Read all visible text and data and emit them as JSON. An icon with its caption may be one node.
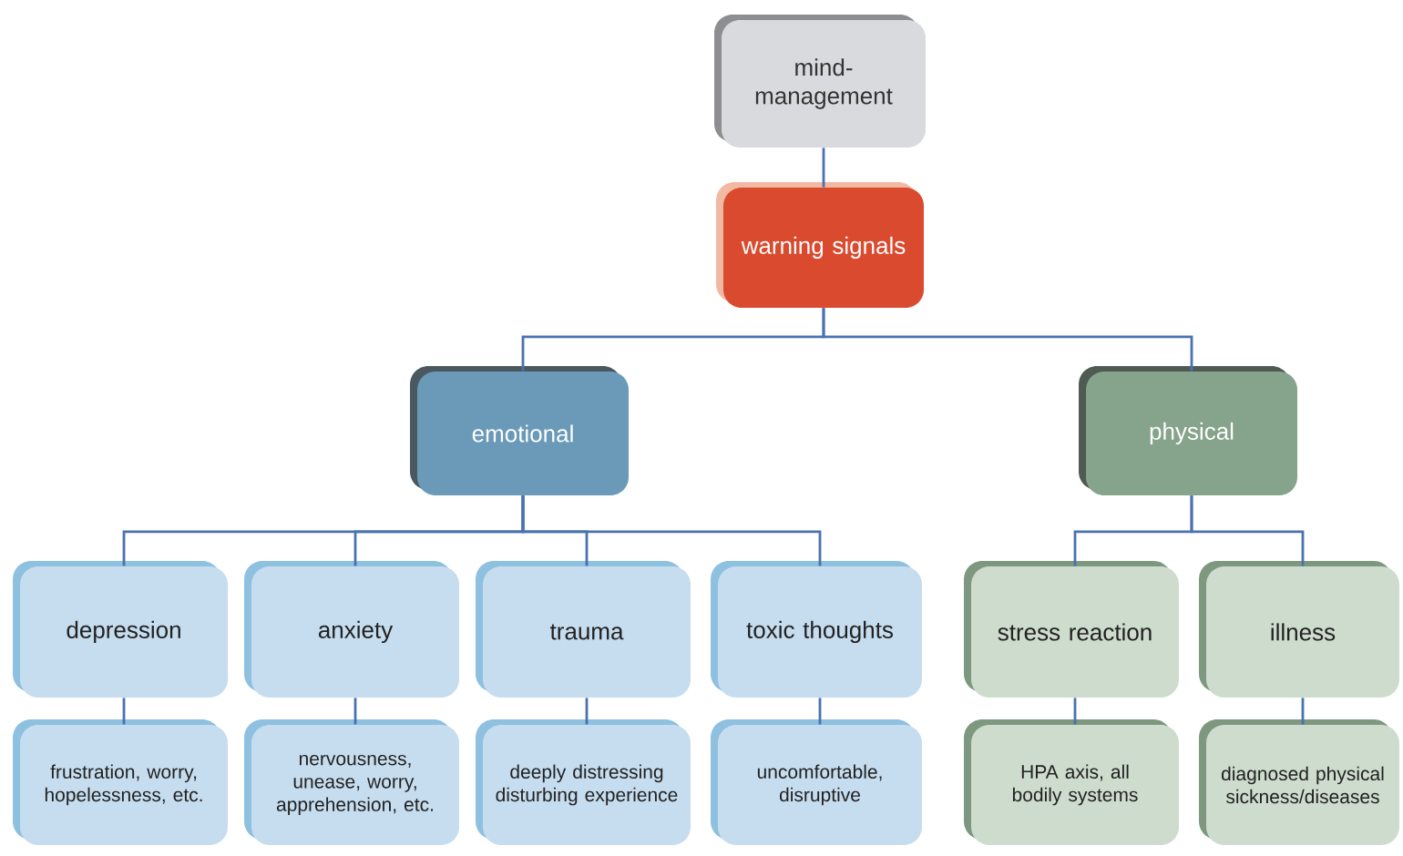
{
  "diagram": {
    "nodes": [
      {
        "text": [
          "mind-management"
        ]
      },
      {
        "text": [
          "warning signals"
        ]
      },
      {
        "text": [
          "emotional"
        ]
      },
      {
        "text": [
          "physical"
        ]
      },
      {
        "text": [
          "depression"
        ]
      },
      {
        "text": [
          "anxiety"
        ]
      },
      {
        "text": [
          "trauma"
        ]
      },
      {
        "text": [
          "toxic thoughts"
        ]
      },
      {
        "text": [
          "stress reaction"
        ]
      },
      {
        "text": [
          "illness"
        ]
      },
      {
        "text": [
          "frustration, worry, hopelessness, etc."
        ]
      },
      {
        "text": [
          "nervousness, unease, worry, apprehension, etc."
        ]
      },
      {
        "text": [
          "deeply distressing disturbing experience"
        ]
      },
      {
        "text": [
          "uncomfortable, disruptive"
        ]
      },
      {
        "text": [
          "HPA axis, all bodily systems"
        ]
      },
      {
        "text": [
          "diagnosed physical sickness/diseases"
        ]
      }
    ],
    "edges": [
      {
        "from": 0,
        "to": 1,
        "arrow": "none"
      },
      {
        "from": 1,
        "to": 2,
        "arrow": "none"
      },
      {
        "from": 1,
        "to": 3,
        "arrow": "none"
      },
      {
        "from": 2,
        "to": 4,
        "arrow": "none"
      },
      {
        "from": 2,
        "to": 5,
        "arrow": "none"
      },
      {
        "from": 2,
        "to": 6,
        "arrow": "none"
      },
      {
        "from": 2,
        "to": 7,
        "arrow": "none"
      },
      {
        "from": 3,
        "to": 8,
        "arrow": "none"
      },
      {
        "from": 3,
        "to": 9,
        "arrow": "none"
      },
      {
        "from": 4,
        "to": 10,
        "arrow": "none"
      },
      {
        "from": 5,
        "to": 11,
        "arrow": "none"
      },
      {
        "from": 6,
        "to": 12,
        "arrow": "none"
      },
      {
        "from": 7,
        "to": 13,
        "arrow": "none"
      },
      {
        "from": 8,
        "to": 14,
        "arrow": "none"
      },
      {
        "from": 9,
        "to": 15,
        "arrow": "none"
      }
    ]
  }
}
